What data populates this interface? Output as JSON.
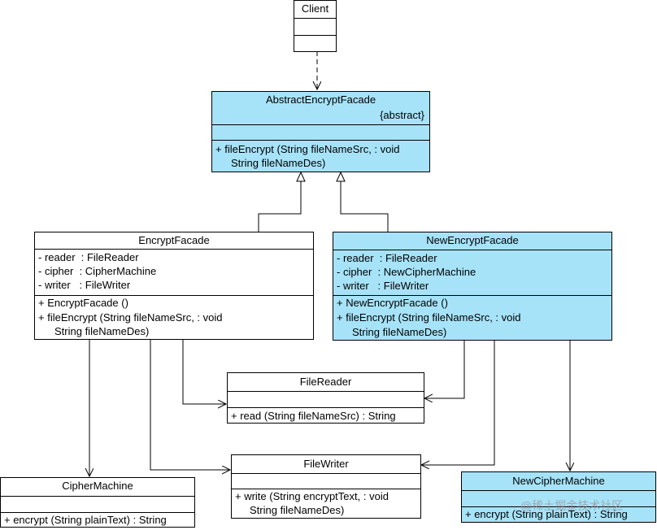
{
  "classes": {
    "client": {
      "name": "Client"
    },
    "abstract_encrypt_facade": {
      "name": "AbstractEncryptFacade",
      "stereotype": "{abstract}",
      "operations": [
        {
          "line1": "+ fileEncrypt (String fileNameSrc, : void",
          "line2": "String fileNameDes)"
        }
      ]
    },
    "encrypt_facade": {
      "name": "EncryptFacade",
      "attributes": [
        "- reader  : FileReader",
        "- cipher  : CipherMachine",
        "- writer   : FileWriter"
      ],
      "operations": [
        {
          "line1": "+ EncryptFacade ()"
        },
        {
          "line1": "+ fileEncrypt (String fileNameSrc, : void",
          "line2": "String fileNameDes)"
        }
      ]
    },
    "new_encrypt_facade": {
      "name": "NewEncryptFacade",
      "attributes": [
        "- reader  : FileReader",
        "- cipher  : NewCipherMachine",
        "- writer   : FileWriter"
      ],
      "operations": [
        {
          "line1": "+ NewEncryptFacade ()"
        },
        {
          "line1": "+ fileEncrypt (String fileNameSrc, : void",
          "line2": "String fileNameDes)"
        }
      ]
    },
    "file_reader": {
      "name": "FileReader",
      "operations": [
        {
          "line1": "+ read (String fileNameSrc) : String"
        }
      ]
    },
    "file_writer": {
      "name": "FileWriter",
      "operations": [
        {
          "line1": "+ write (String encryptText, : void",
          "line2": "String fileNameDes)"
        }
      ]
    },
    "cipher_machine": {
      "name": "CipherMachine",
      "operations": [
        {
          "line1": "+ encrypt (String plainText) : String"
        }
      ]
    },
    "new_cipher_machine": {
      "name": "NewCipherMachine",
      "operations": [
        {
          "line1": "+ encrypt (String plainText) : String"
        }
      ]
    }
  },
  "watermark": "@稀土掘金技术社区",
  "colors": {
    "highlight_fill": "#a6e3f8",
    "line": "#000000"
  }
}
